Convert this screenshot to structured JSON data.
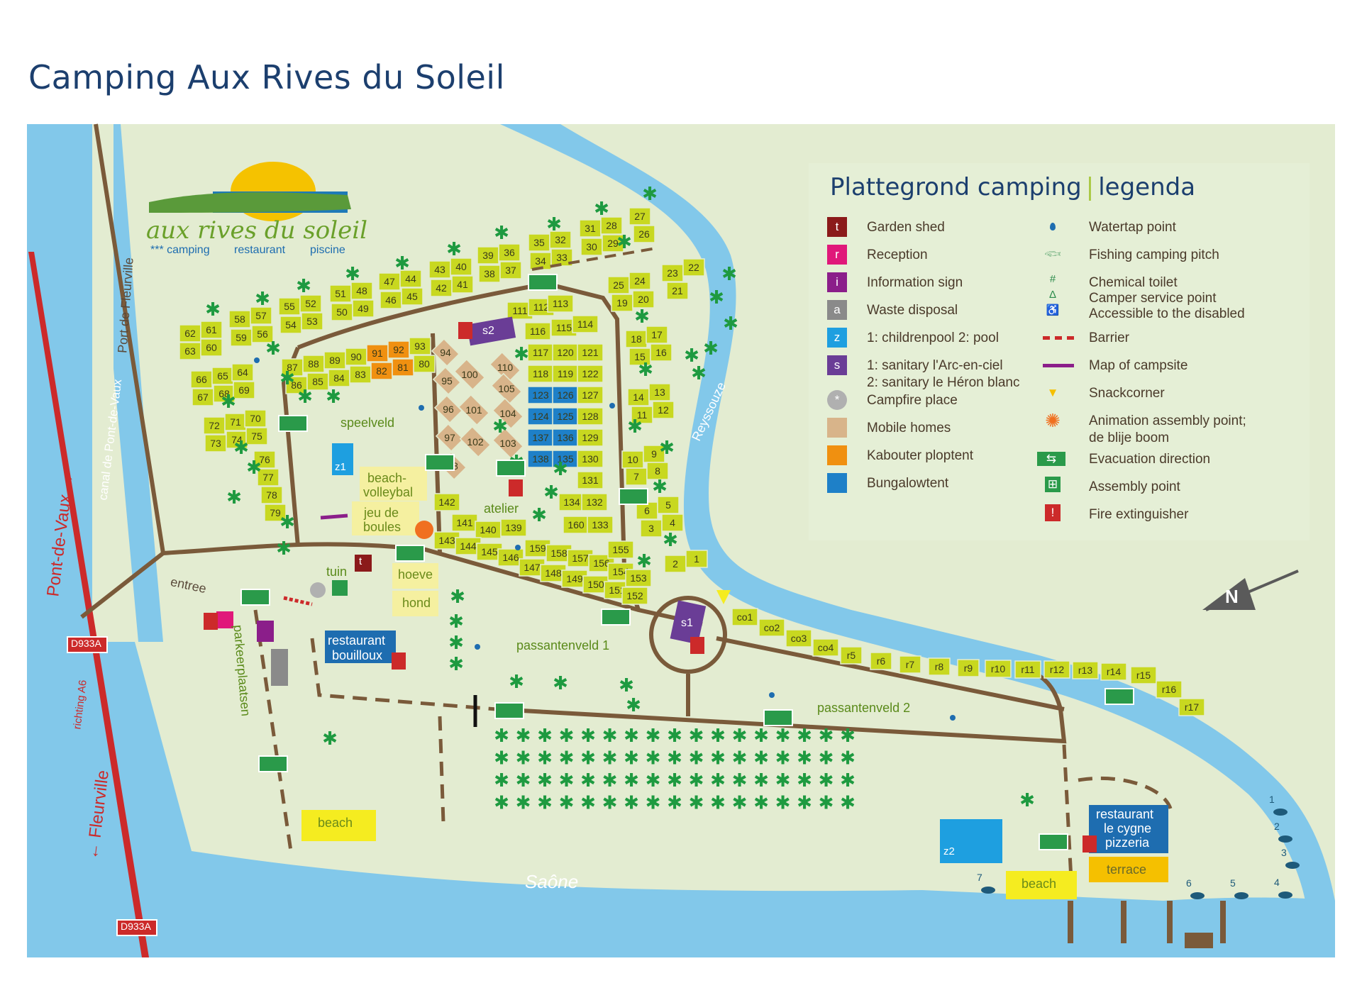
{
  "title": "Camping Aux Rives du Soleil",
  "logo": {
    "name": "aux rives du soleil",
    "tagline_1": "*** camping",
    "tagline_2": "restaurant",
    "tagline_3": "piscine"
  },
  "legend": {
    "title_part1": "Plattegrond camping",
    "title_part2": "legenda",
    "left": [
      {
        "symbol": "t",
        "color": "#8b1a1a",
        "label": "Garden shed"
      },
      {
        "symbol": "r",
        "color": "#e0187a",
        "label": "Reception"
      },
      {
        "symbol": "i",
        "color": "#8b1e8a",
        "label": "Information sign"
      },
      {
        "symbol": "a",
        "color": "#8a8a8a",
        "label": "Waste disposal"
      },
      {
        "symbol": "z",
        "color": "#1e9fe0",
        "label": "1: childrenpool 2: pool"
      },
      {
        "symbol": "s",
        "color": "#6a3d96",
        "label": "1: sanitary l'Arc-en-ciel",
        "label2": "2: sanitary le Héron blanc"
      },
      {
        "symbol": "campfire",
        "color": "#b0b0b0",
        "label": "Campfire place"
      },
      {
        "symbol": "",
        "color": "#d8b48a",
        "label": "Mobile homes"
      },
      {
        "symbol": "",
        "color": "#f09010",
        "label": "Kabouter ploptent"
      },
      {
        "symbol": "",
        "color": "#1e80c8",
        "label": "Bungalowtent"
      }
    ],
    "right": [
      {
        "icon": "watertap-icon",
        "label": "Watertap point"
      },
      {
        "icon": "fish-icon",
        "label": "Fishing camping pitch"
      },
      {
        "icon": "chemical-toilet-icon",
        "label": "Chemical toilet"
      },
      {
        "icon": "camper-service-icon",
        "label": "Camper service point"
      },
      {
        "icon": "wheelchair-icon",
        "label": "Accessible to the disabled"
      },
      {
        "icon": "barrier-icon",
        "label": "Barrier"
      },
      {
        "icon": "map-icon",
        "label": "Map of campsite"
      },
      {
        "icon": "snackcorner-icon",
        "label": "Snackcorner"
      },
      {
        "icon": "animation-icon",
        "label": "Animation assembly point;",
        "label2": "de blije boom"
      },
      {
        "icon": "evacuation-icon",
        "label": "Evacuation direction"
      },
      {
        "icon": "assembly-icon",
        "label": "Assembly point"
      },
      {
        "icon": "fire-extinguisher-icon",
        "label": "Fire extinguisher"
      }
    ]
  },
  "places": {
    "speelveld": "speelveld",
    "beachvolleybal_1": "beach-",
    "beachvolleybal_2": "volleybal",
    "jeudeboules_1": "jeu de",
    "jeudeboules_2": "boules",
    "atelier": "atelier",
    "tuin": "tuin",
    "hoeve": "hoeve",
    "hond": "hond",
    "restaurant_bouilloux_1": "restaurant",
    "restaurant_bouilloux_2": "bouilloux",
    "passantenveld1": "passantenveld 1",
    "passantenveld2": "passantenveld 2",
    "parkeerplaatsen": "parkeerplaatsen",
    "beach1": "beach",
    "beach2": "beach",
    "saone": "Saône",
    "reyssouze": "Reyssouze",
    "port_fleurville": "Port de Fleurville",
    "canal": "canal de Pont-de-Vaux",
    "pontdevaux": "Pont-de-Vaux →",
    "fleurville_a": "← Fleurville",
    "fleurville_b": "richting A6",
    "entree": "entree",
    "d933a_1": "D933A",
    "d933a_2": "D933A",
    "restaurant_cygne_1": "restaurant",
    "restaurant_cygne_2": "le cygne",
    "restaurant_cygne_3": "pizzeria",
    "terrace": "terrace",
    "z1": "z1",
    "z2": "z2",
    "s1": "s1",
    "s2": "s2",
    "north": "N"
  },
  "fishing_pitches": [
    "1",
    "2",
    "3",
    "4",
    "5",
    "6",
    "7"
  ]
}
